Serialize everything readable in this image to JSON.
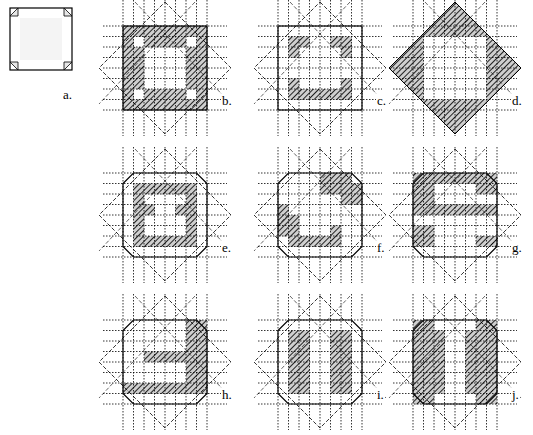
{
  "diagram": {
    "labels": [
      "a.",
      "b.",
      "c.",
      "d.",
      "e.",
      "f.",
      "g.",
      "h.",
      "i.",
      "j."
    ]
  }
}
